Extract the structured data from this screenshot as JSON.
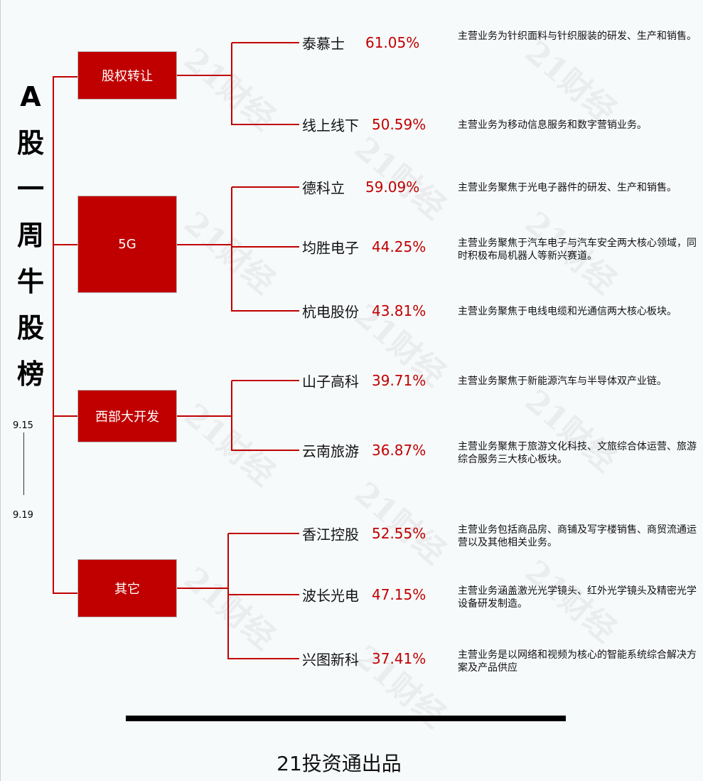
{
  "title_chars": [
    "A",
    "股",
    "一",
    "周",
    "牛",
    "股",
    "榜"
  ],
  "date_range": {
    "start": "9.15",
    "end": "9.19"
  },
  "watermark": "21财经",
  "accent_color": "#c00000",
  "groups": [
    {
      "label": "股权转让",
      "stocks": [
        {
          "name": "泰慕士",
          "change": "61.05%",
          "description": "主营业务为针织面料与针织服装的研发、生产和销售。"
        },
        {
          "name": "线上线下",
          "change": "50.59%",
          "description": "主营业务为移动信息服务和数字营销业务。"
        }
      ]
    },
    {
      "label": "5G",
      "stocks": [
        {
          "name": "德科立",
          "change": "59.09%",
          "description": "主营业务聚焦于光电子器件的研发、生产和销售。"
        },
        {
          "name": "均胜电子",
          "change": "44.25%",
          "description": "主营业务聚焦于汽车电子与汽车安全两大核心领域，同时积极布局机器人等新兴赛道。"
        },
        {
          "name": "杭电股份",
          "change": "43.81%",
          "description": "主营业务聚焦于电线电缆和光通信两大核心板块。"
        }
      ]
    },
    {
      "label": "西部大开发",
      "stocks": [
        {
          "name": "山子高科",
          "change": "39.71%",
          "description": "主营业务聚焦于新能源汽车与半导体双产业链。"
        },
        {
          "name": "云南旅游",
          "change": "36.87%",
          "description": "主营业务聚焦于旅游文化科技、文旅综合体运营、旅游综合服务三大核心板块。"
        }
      ]
    },
    {
      "label": "其它",
      "stocks": [
        {
          "name": "香江控股",
          "change": "52.55%",
          "description": "主营业务包括商品房、商铺及写字楼销售、商贸流通运营以及其他相关业务。"
        },
        {
          "name": "波长光电",
          "change": "47.15%",
          "description": "主营业务涵盖激光光学镜头、红外光学镜头及精密光学设备研发制造。"
        },
        {
          "name": "兴图新科",
          "change": "37.41%",
          "description": "主营业务是以网络和视频为核心的智能系统综合解决方案及产品供应"
        }
      ]
    }
  ],
  "footer": "21投资通出品"
}
